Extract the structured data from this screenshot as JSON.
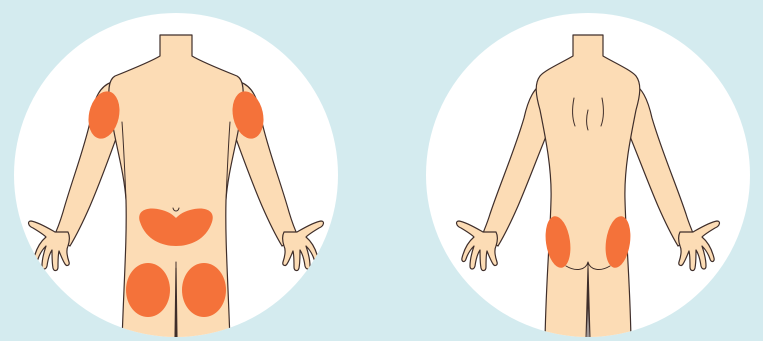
{
  "colors": {
    "background": "#d4ebef",
    "circle": "#ffffff",
    "skin": "#fcdcb5",
    "outline": "#3f2e2a",
    "injection_site": "#f4723a"
  },
  "figures": [
    {
      "view": "front",
      "injection_sites": [
        "right-upper-arm",
        "left-upper-arm",
        "abdomen",
        "right-thigh",
        "left-thigh"
      ]
    },
    {
      "view": "back",
      "injection_sites": [
        "right-upper-buttock",
        "left-upper-buttock"
      ]
    }
  ]
}
